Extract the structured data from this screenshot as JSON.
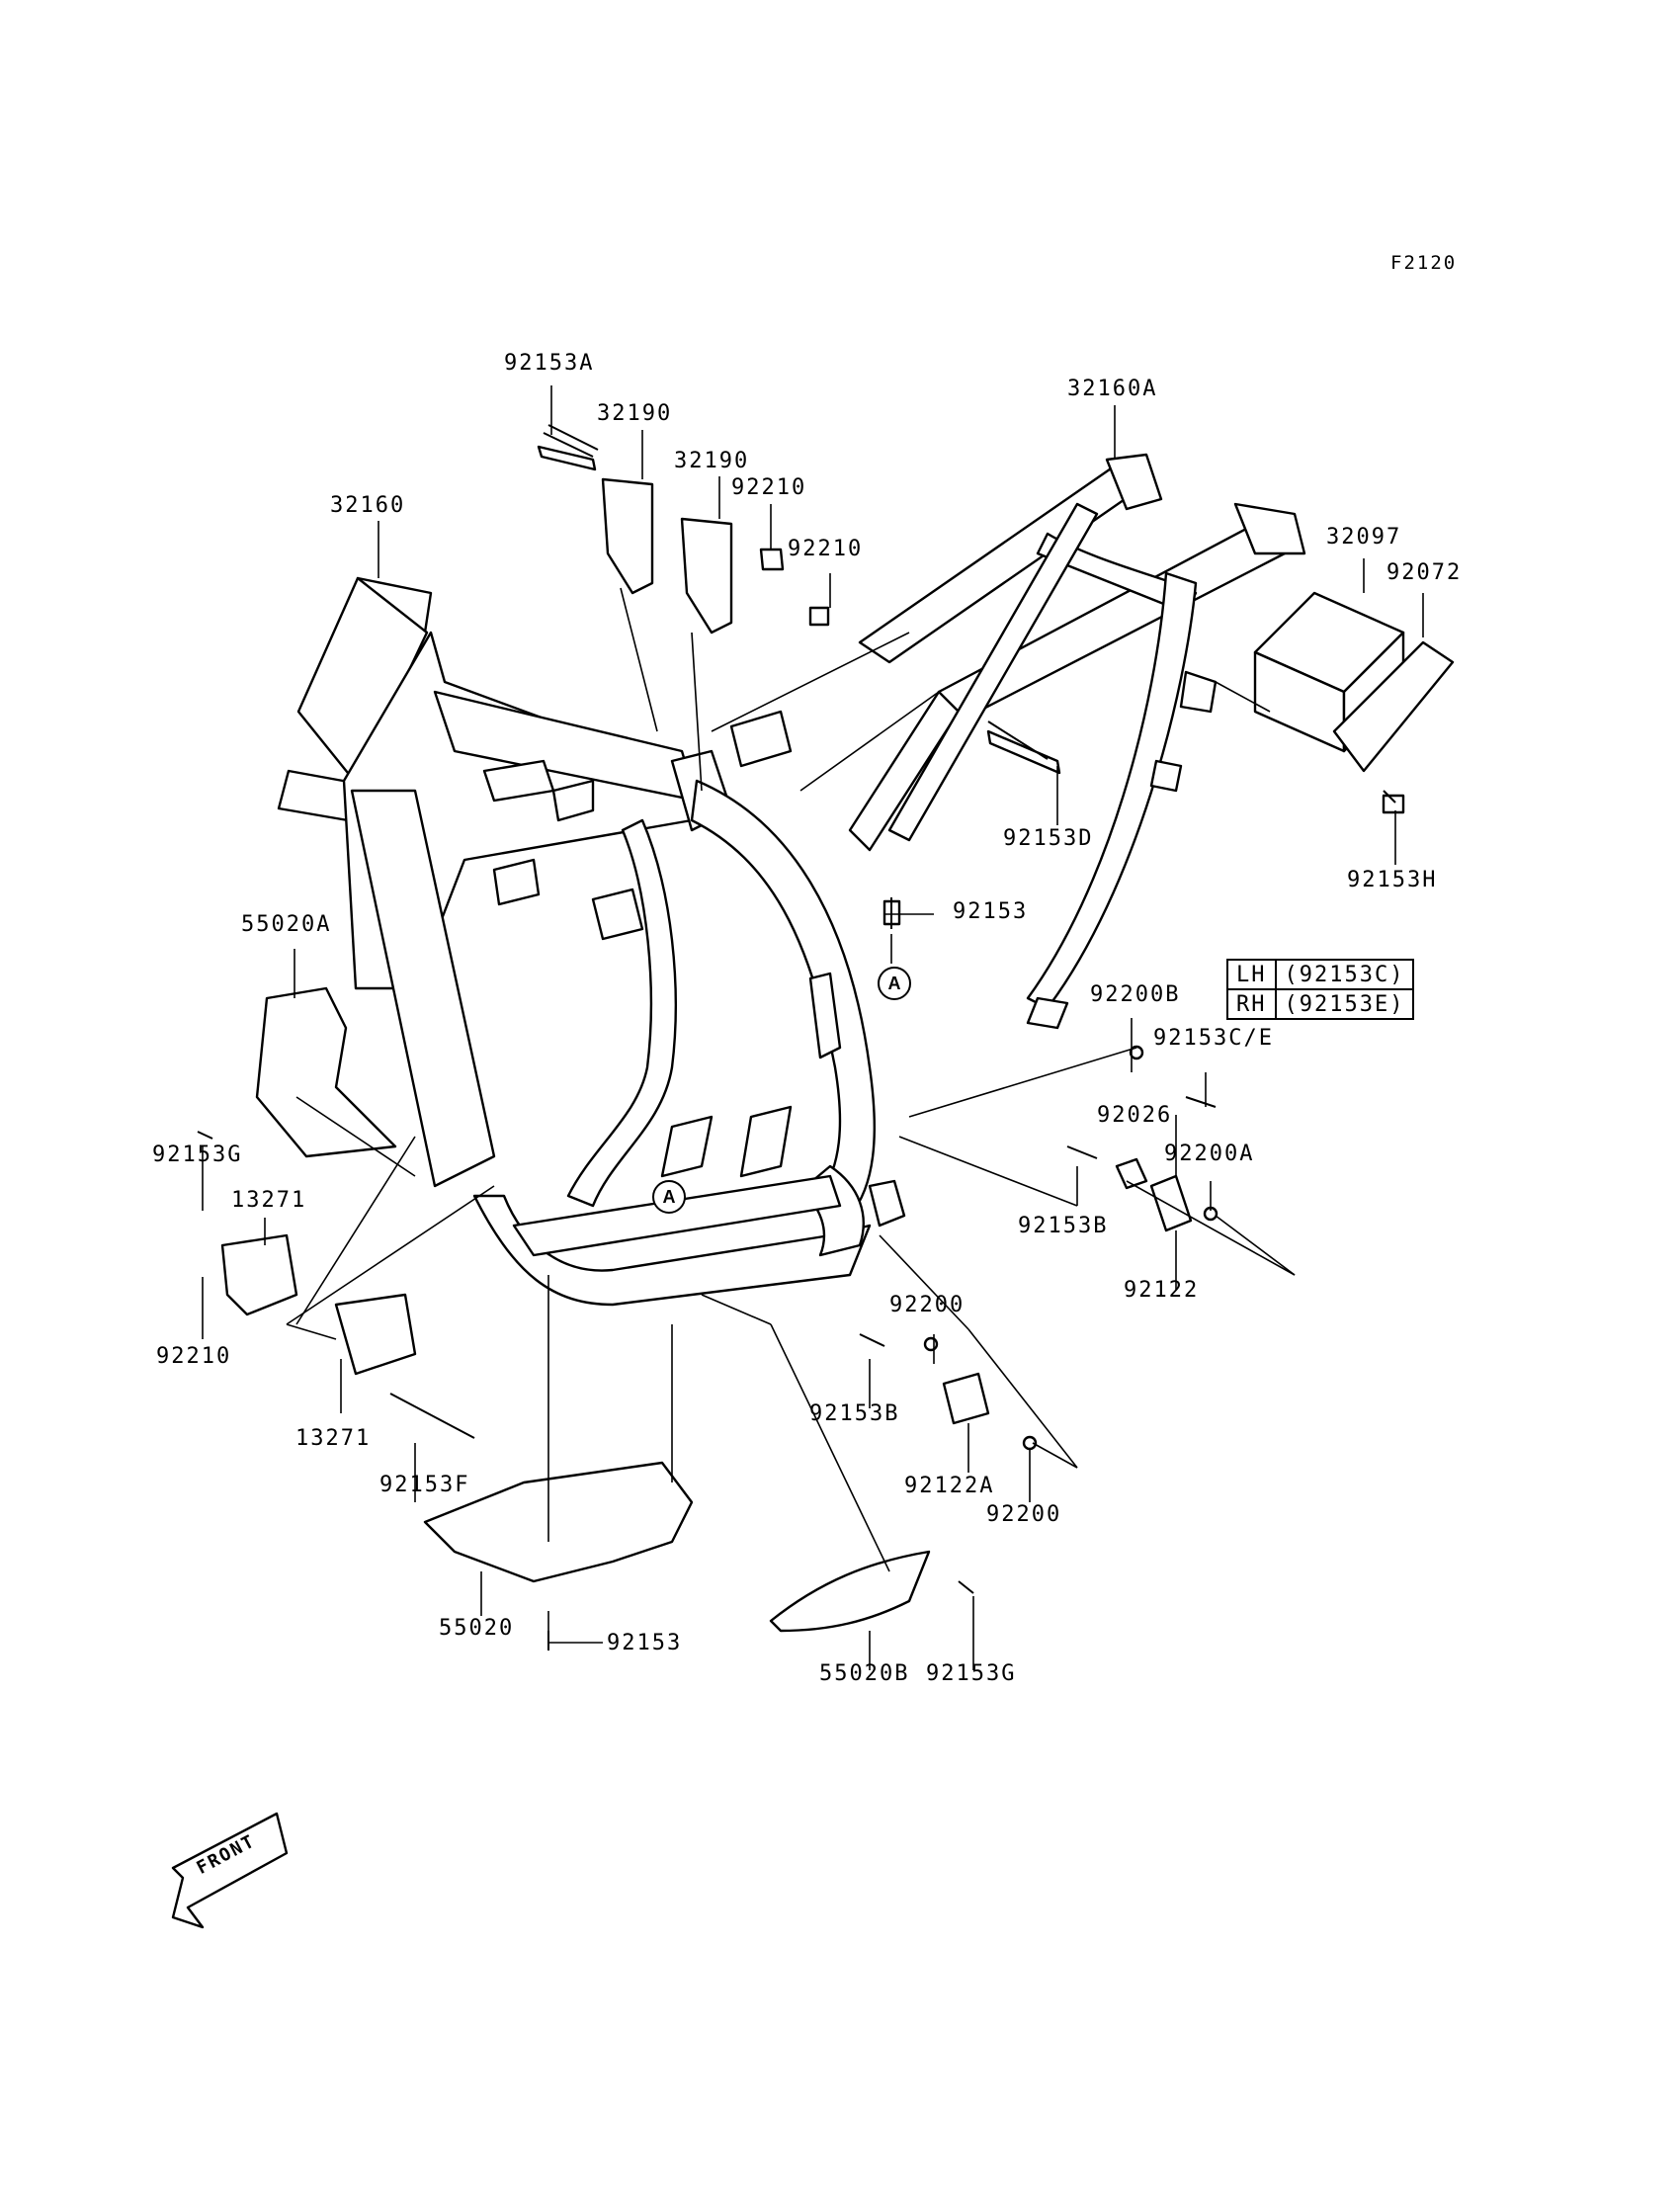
{
  "figure_code": "F2120",
  "labels": {
    "l_92153A": "92153A",
    "l_32190_a": "32190",
    "l_32190_b": "32190",
    "l_92210_a": "92210",
    "l_92210_b": "92210",
    "l_32160A": "32160A",
    "l_32160": "32160",
    "l_32097": "32097",
    "l_92072": "92072",
    "l_92153D": "92153D",
    "l_92153H": "92153H",
    "l_92153_a": "92153",
    "l_55020A": "55020A",
    "l_92200B": "92200B",
    "l_92153CE": "92153C/E",
    "l_92153G_a": "92153G",
    "l_13271_a": "13271",
    "l_92026": "92026",
    "l_92200A": "92200A",
    "l_92153B_a": "92153B",
    "l_92122": "92122",
    "l_92210_c": "92210",
    "l_92200_a": "92200",
    "l_92153B_b": "92153B",
    "l_13271_b": "13271",
    "l_92153F": "92153F",
    "l_92122A": "92122A",
    "l_92200_b": "92200",
    "l_55020": "55020",
    "l_92153_b": "92153",
    "l_55020B": "55020B",
    "l_92153G_b": "92153G"
  },
  "side_table": [
    {
      "side": "LH",
      "part": "(92153C)"
    },
    {
      "side": "RH",
      "part": "(92153E)"
    }
  ],
  "callouts": {
    "a1": "A",
    "a2": "A"
  },
  "front_arrow": "FRONT"
}
